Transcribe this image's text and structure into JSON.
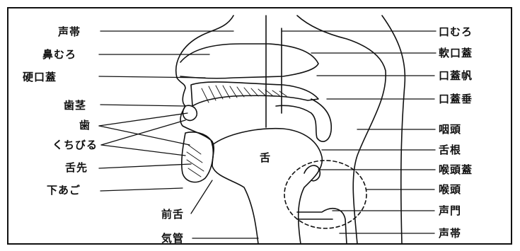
{
  "figure": {
    "left_labels": [
      "声帯",
      "鼻むろ",
      "硬口蓋",
      "歯茎",
      "歯",
      "くちびる",
      "舌先",
      "下あご"
    ],
    "right_labels": [
      "口むろ",
      "軟口蓋",
      "口蓋帆",
      "口蓋垂",
      "咽頭",
      "舌根",
      "喉頭蓋",
      "喉頭",
      "声門",
      "声帯"
    ],
    "center_label": "舌",
    "bottom_labels": [
      "前舌",
      "気管"
    ]
  }
}
